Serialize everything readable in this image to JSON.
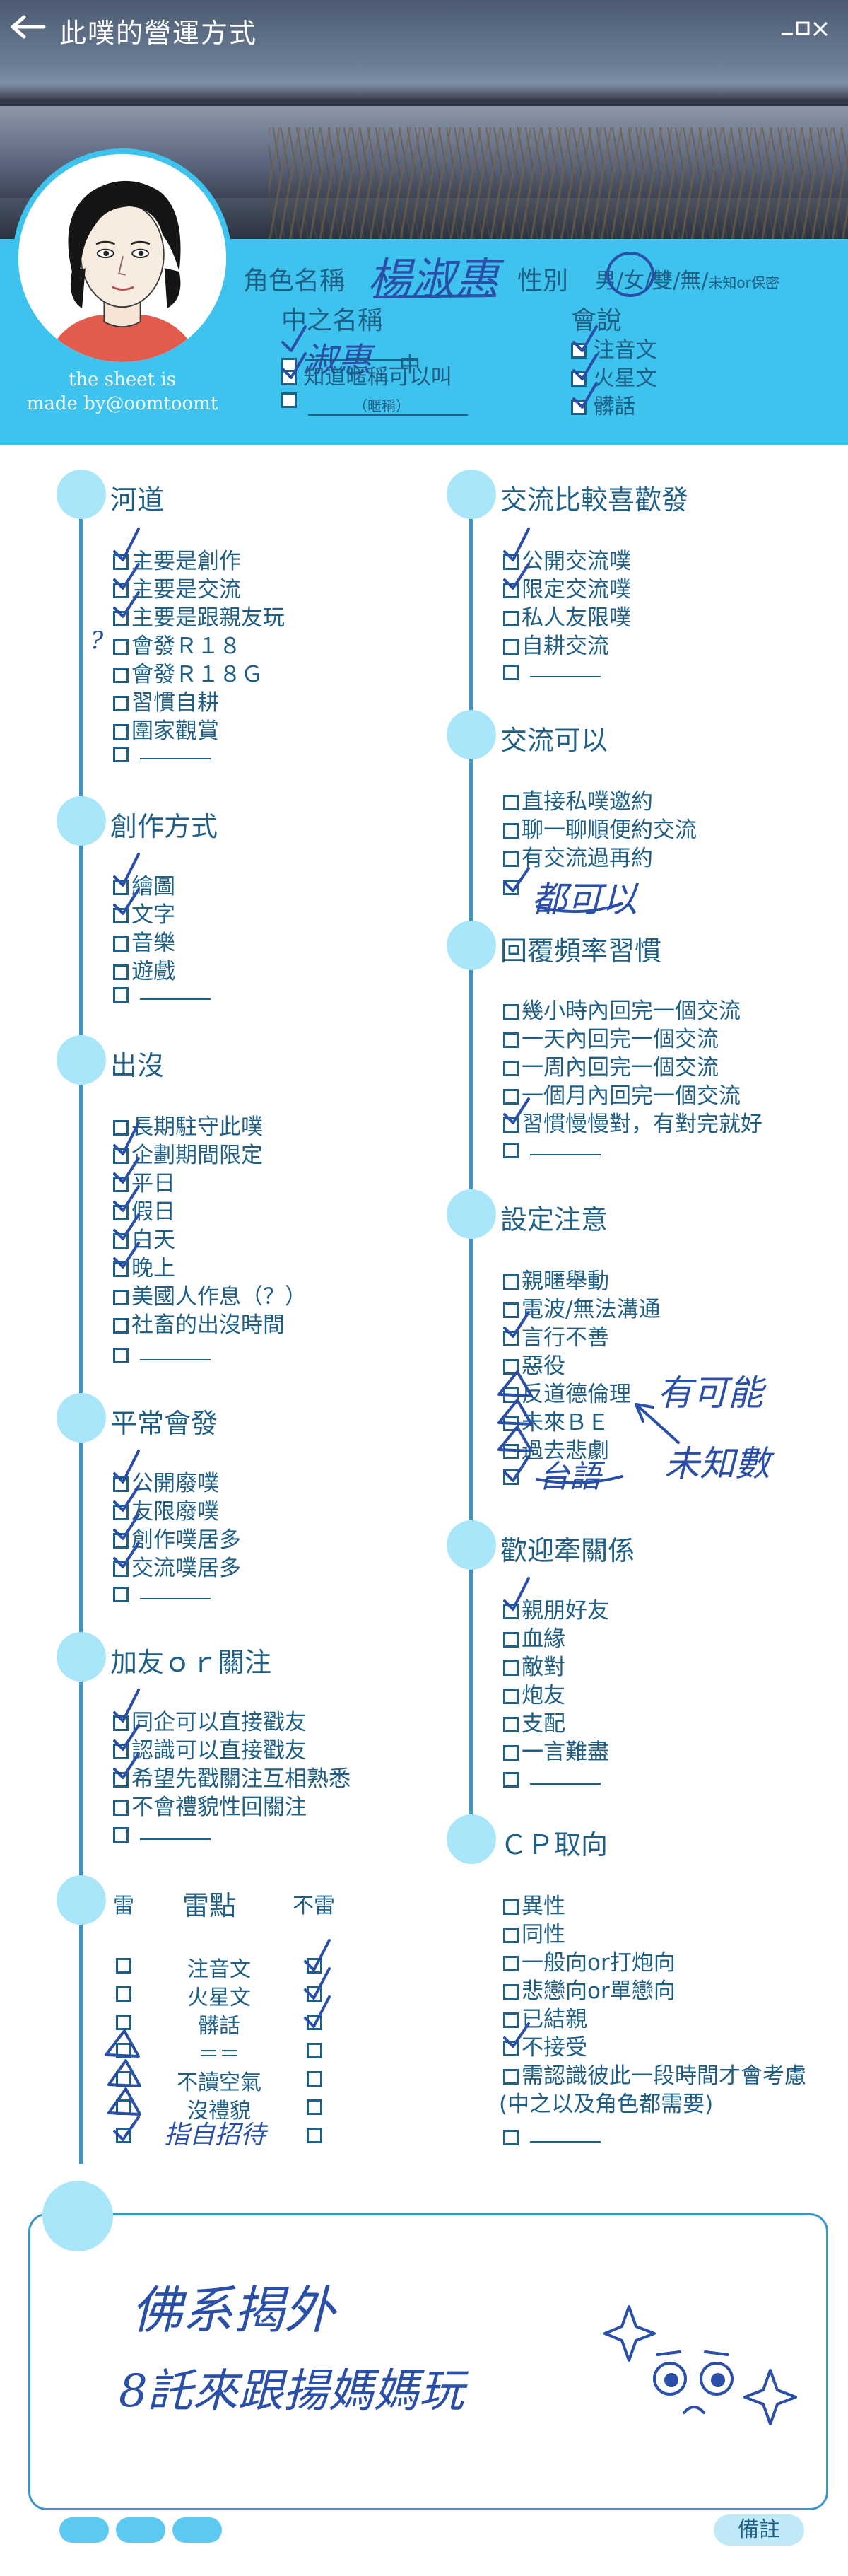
{
  "window": {
    "title": "此噗的營運方式",
    "controls_label": "_ □ ✕"
  },
  "credit": [
    "the sheet is",
    "made by@oomtoomt"
  ],
  "profile": {
    "name_label": "角色名稱",
    "name_value": "楊淑惠",
    "gender_label": "性別",
    "gender_options": [
      "男",
      "女",
      "雙",
      "無"
    ],
    "gender_unknown": "未知or保密",
    "gender_sep": "/",
    "nickname_label": "中之名稱",
    "nickname_value": "淑惠",
    "nickname_suffix": "中",
    "nickname_know": "知道暱稱可以叫",
    "nickname_blank_hint": "（暱稱）",
    "lang_label": "會說",
    "languages": [
      "注音文",
      "火星文",
      "髒話"
    ]
  },
  "left_sections": [
    {
      "title": "河道",
      "options": [
        "主要是創作",
        "主要是交流",
        "主要是跟親友玩",
        "會發Ｒ１８",
        "會發Ｒ１８Ｇ",
        "習慣自耕",
        "圍家觀賞",
        ""
      ],
      "checked": [
        true,
        true,
        true,
        false,
        false,
        false,
        false,
        false
      ]
    },
    {
      "title": "創作方式",
      "options": [
        "繪圖",
        "文字",
        "音樂",
        "遊戲",
        ""
      ],
      "checked": [
        true,
        true,
        false,
        false,
        false
      ]
    },
    {
      "title": "出沒",
      "options": [
        "長期駐守此噗",
        "企劃期間限定",
        "平日",
        "假日",
        "白天",
        "晚上",
        "美國人作息（？）",
        "社畜的出沒時間",
        ""
      ],
      "checked": [
        false,
        true,
        true,
        true,
        true,
        true,
        false,
        false,
        false
      ]
    },
    {
      "title": "平常會發",
      "options": [
        "公開廢噗",
        "友限廢噗",
        "創作噗居多",
        "交流噗居多",
        ""
      ],
      "checked": [
        true,
        true,
        true,
        true,
        false
      ]
    },
    {
      "title": "加友ｏｒ關注",
      "options": [
        "同企可以直接戳友",
        "認識可以直接戳友",
        "希望先戳關注互相熟悉",
        "不會禮貌性回關注",
        ""
      ],
      "checked": [
        true,
        true,
        true,
        false,
        false
      ]
    }
  ],
  "dislikes": {
    "title": "雷點",
    "left_header": "雷",
    "right_header": "不雷",
    "items": [
      "注音文",
      "火星文",
      "髒話",
      "＝＝",
      "不讀空氣",
      "沒禮貌",
      ""
    ],
    "right_checked": [
      true,
      true,
      true,
      false,
      false,
      false,
      false
    ]
  },
  "right_sections": [
    {
      "title": "交流比較喜歡發",
      "options": [
        "公開交流噗",
        "限定交流噗",
        "私人友限噗",
        "自耕交流",
        ""
      ],
      "checked": [
        true,
        true,
        false,
        false,
        false
      ]
    },
    {
      "title": "交流可以",
      "options": [
        "直接私噗邀約",
        "聊一聊順便約交流",
        "有交流過再約",
        ""
      ],
      "checked": [
        false,
        false,
        false,
        true
      ]
    },
    {
      "title": "回覆頻率習慣",
      "options": [
        "幾小時內回完一個交流",
        "一天內回完一個交流",
        "一周內回完一個交流",
        "一個月內回完一個交流",
        "習慣慢慢對，有對完就好",
        ""
      ],
      "checked": [
        false,
        false,
        false,
        false,
        true,
        false
      ]
    },
    {
      "title": "設定注意",
      "options": [
        "親暱舉動",
        "電波/無法溝通",
        "言行不善",
        "惡役",
        "反道德倫理",
        "未來ＢＥ",
        "過去悲劇",
        ""
      ],
      "checked": [
        false,
        false,
        true,
        false,
        false,
        false,
        false,
        true
      ]
    },
    {
      "title": "歡迎牽關係",
      "options": [
        "親朋好友",
        "血緣",
        "敵對",
        "炮友",
        "支配",
        "一言難盡",
        ""
      ],
      "checked": [
        true,
        false,
        false,
        false,
        false,
        false,
        false
      ]
    },
    {
      "title": "ＣＰ取向",
      "options": [
        "異性",
        "同性",
        "一般向or打炮向",
        "悲戀向or單戀向",
        "已結親",
        "不接受",
        "需認識彼此一段時間才會考慮",
        "(中之以及角色都需要)",
        ""
      ],
      "checked": [
        false,
        false,
        false,
        false,
        false,
        true,
        false,
        false,
        false
      ]
    }
  ],
  "handwriting": {
    "anything_ok": "都可以",
    "possible": "有可能",
    "unknown": "未知數",
    "talk": "台語",
    "question": "?",
    "self_mention": "指自招待",
    "notes_line1": "佛系揭外",
    "notes_line2": "8託來跟揚媽媽玩"
  },
  "memo_label": "備註"
}
